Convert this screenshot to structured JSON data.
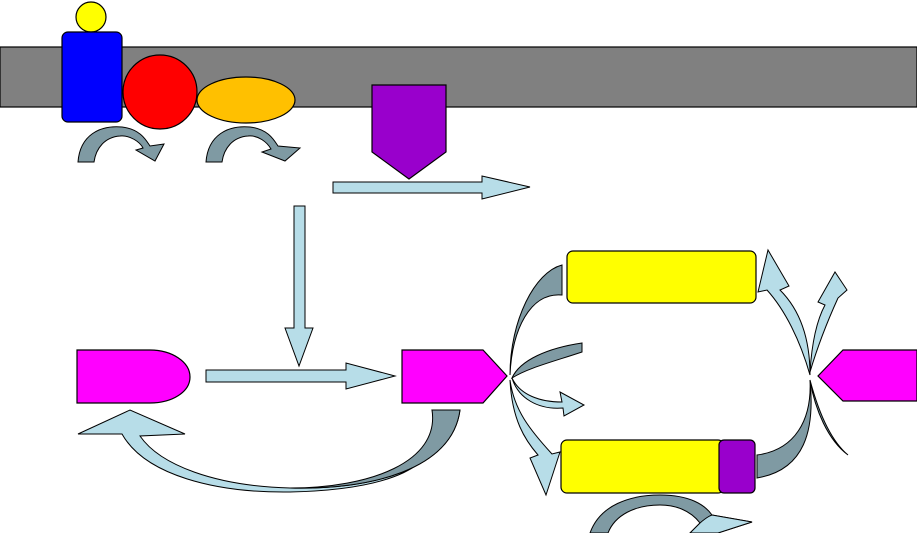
{
  "colors": {
    "membrane": "#808080",
    "receptor": "#0000ff",
    "ligand": "#ffff00",
    "red_protein": "#ff0000",
    "orange_protein": "#ffc000",
    "purple_protein": "#9900cc",
    "magenta_protein": "#ff00ff",
    "yellow_box": "#ffff00",
    "arrow_light": "#b7dde8",
    "arrow_dark": "#7f9aa3",
    "outline": "#000000"
  },
  "shapes": [
    "membrane-band",
    "ligand-circle",
    "receptor-block",
    "red-protein-circle",
    "orange-protein-ellipse",
    "purple-pentagon",
    "magenta-half-oval",
    "magenta-pentagon-center",
    "magenta-pentagon-right",
    "yellow-box-top",
    "yellow-box-bottom",
    "purple-tag"
  ]
}
